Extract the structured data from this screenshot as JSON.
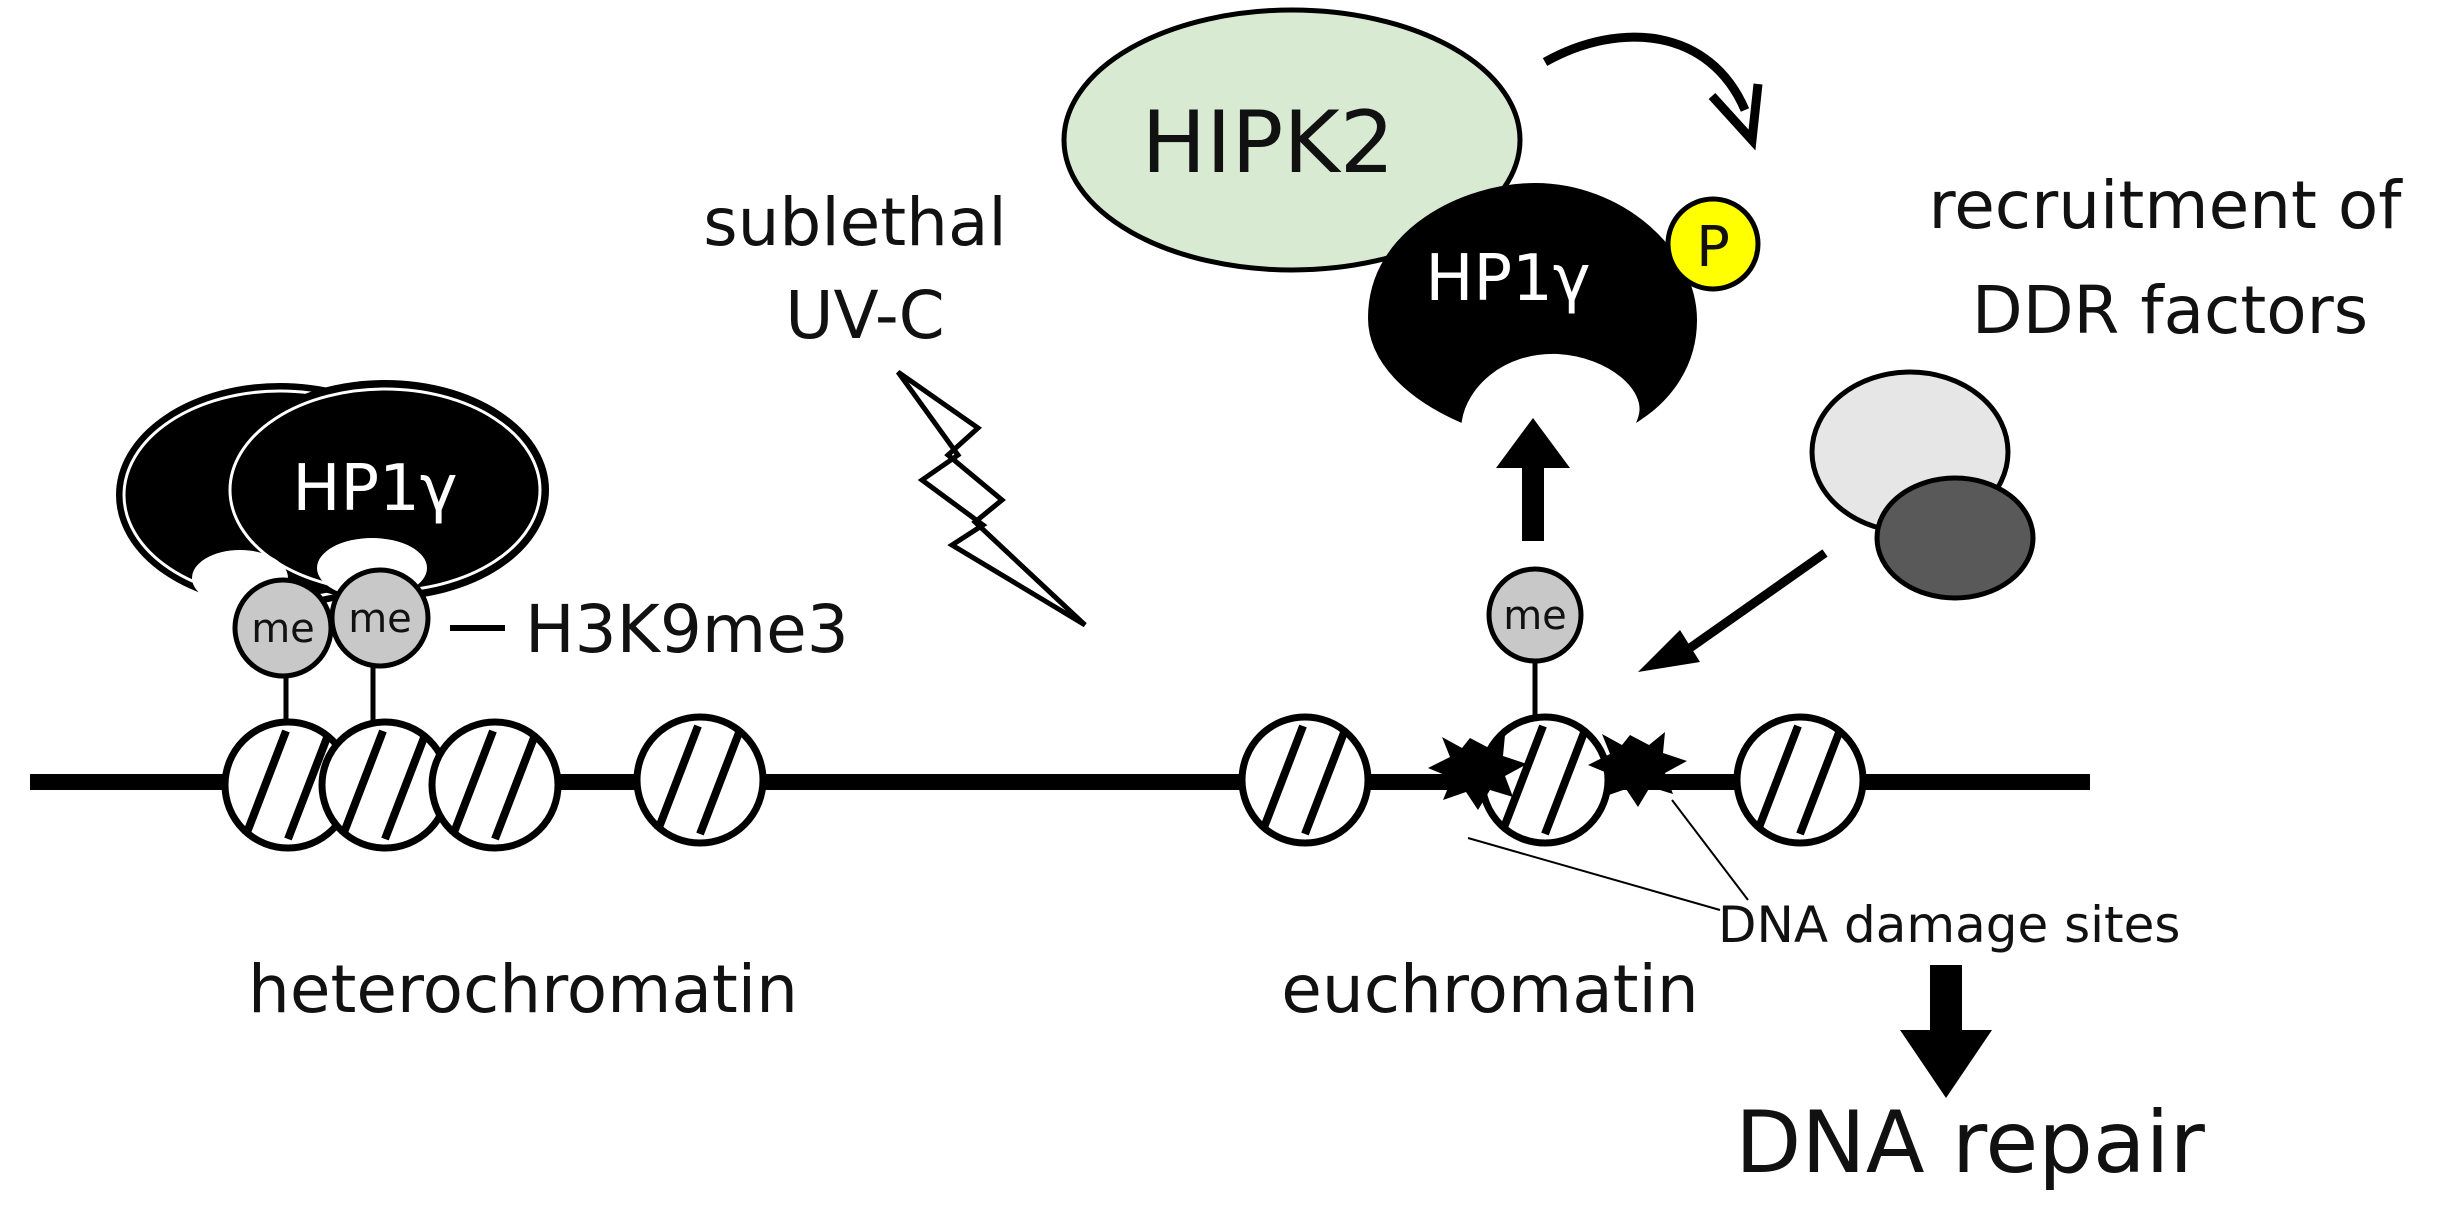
{
  "labels": {
    "hp1_heterochromatin": "HP1γ",
    "hp1_euchromatin": "HP1γ",
    "hipk2": "HIPK2",
    "phospho": "P",
    "me": "me",
    "h3k9me3": "H3K9me3",
    "uv_line1": "sublethal",
    "uv_line2": "UV-C",
    "recruit_line1": "recruitment of",
    "recruit_line2": "DDR factors",
    "damage_sites": "DNA damage sites",
    "heterochromatin": "heterochromatin",
    "euchromatin": "euchromatin",
    "dna_repair": "DNA repair"
  },
  "colors": {
    "protein_black": "#000000",
    "hipk2_fill": "#d9ead3",
    "phospho_fill": "#ffff00",
    "me_fill": "#c8c8c8",
    "ddr_light": "#e6e6e6",
    "ddr_dark": "#595959"
  }
}
